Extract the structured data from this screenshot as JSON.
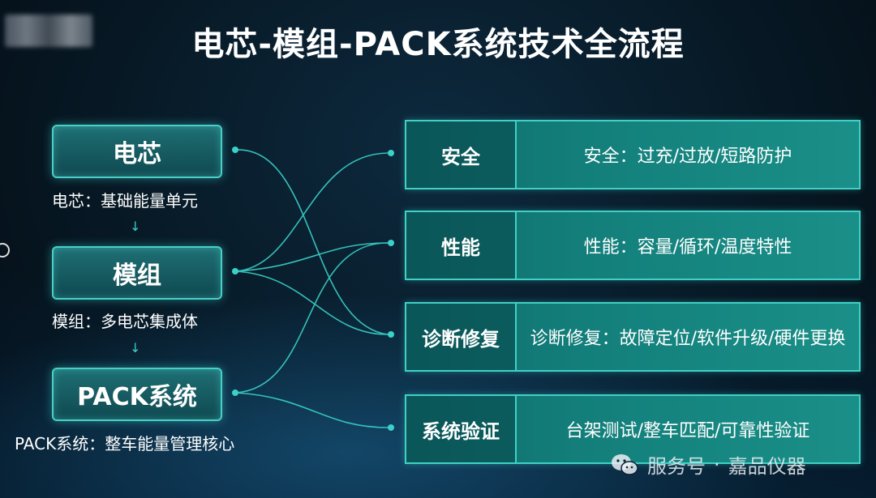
{
  "title": "电芯-模组-PACK系统技术全流程",
  "left_nodes": [
    {
      "label": "电芯",
      "desc": "电芯：基础能量单元"
    },
    {
      "label": "模组",
      "desc": "模组：多电芯集成体"
    },
    {
      "label": "PACK系统",
      "desc": "PACK系统：整车能量管理核心"
    }
  ],
  "right_rows": [
    {
      "label": "安全",
      "desc": "安全：过充/过放/短路防护"
    },
    {
      "label": "性能",
      "desc": "性能：容量/循环/温度特性"
    },
    {
      "label": "诊断修复",
      "desc": "诊断修复：故障定位/软件升级/硬件更换"
    },
    {
      "label": "系统验证",
      "desc": "台架测试/整车匹配/可靠性验证"
    }
  ],
  "watermark": {
    "account": "服务号",
    "name": "嘉品仪器"
  },
  "colors": {
    "accent": "#3fd1c6",
    "background": "#071824",
    "box": "#137f7b"
  },
  "icons": {
    "arrow": "down-arrow-icon",
    "watermark": "wechat-icon"
  }
}
